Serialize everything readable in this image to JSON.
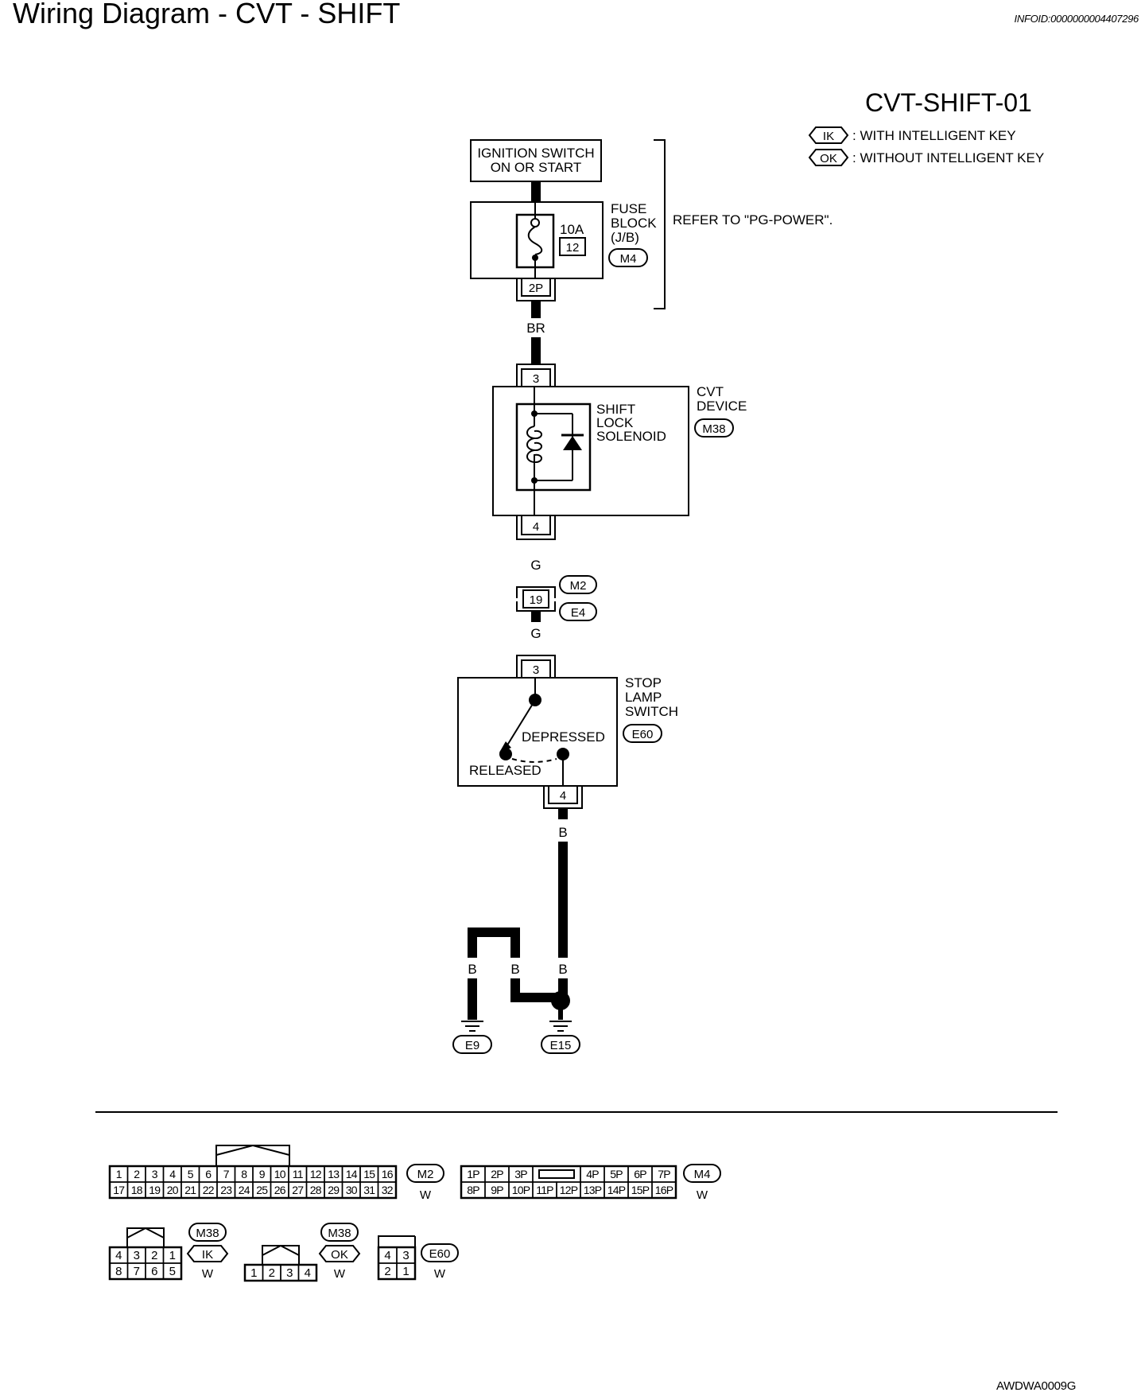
{
  "header": {
    "title": "Wiring Diagram - CVT - SHIFT",
    "info_id": "INFOID:0000000004407296"
  },
  "diagram": {
    "code": "CVT-SHIFT-01",
    "legend": [
      {
        "tag": "IK",
        "text": ": WITH INTELLIGENT KEY"
      },
      {
        "tag": "OK",
        "text": ": WITHOUT INTELLIGENT KEY"
      }
    ],
    "ignition": {
      "line1": "IGNITION SWITCH",
      "line2": "ON OR START"
    },
    "fuse_block": {
      "line1": "FUSE",
      "line2": "BLOCK",
      "line3": "(J/B)",
      "connector": "M4",
      "amp": "10A",
      "number": "12",
      "out_pin": "2P"
    },
    "refer_note": "REFER TO \"PG-POWER\".",
    "wire_br": "BR",
    "cvt_device": {
      "line1": "CVT",
      "line2": "DEVICE",
      "connector": "M38",
      "pin_in": "3",
      "pin_out": "4",
      "solenoid": {
        "line1": "SHIFT",
        "line2": "LOCK",
        "line3": "SOLENOID"
      }
    },
    "wire_g1": "G",
    "joint": {
      "pin": "19",
      "conn_top": "M2",
      "conn_bottom": "E4"
    },
    "wire_g2": "G",
    "stop_lamp": {
      "line1": "STOP",
      "line2": "LAMP",
      "line3": "SWITCH",
      "connector": "E60",
      "pin_in": "3",
      "pin_out": "4",
      "depressed": "DEPRESSED",
      "released": "RELEASED"
    },
    "wire_b_main": "B",
    "ground": {
      "wire_left": "B",
      "wire_mid": "B",
      "wire_right": "B",
      "e9": "E9",
      "e15": "E15"
    }
  },
  "connectors": {
    "m2": {
      "id": "M2",
      "color": "W",
      "top": [
        "1",
        "2",
        "3",
        "4",
        "5",
        "6",
        "7",
        "8",
        "9",
        "10",
        "11",
        "12",
        "13",
        "14",
        "15",
        "16"
      ],
      "bottom": [
        "17",
        "18",
        "19",
        "20",
        "21",
        "22",
        "23",
        "24",
        "25",
        "26",
        "27",
        "28",
        "29",
        "30",
        "31",
        "32"
      ]
    },
    "m4": {
      "id": "M4",
      "color": "W",
      "top": [
        "1P",
        "2P",
        "3P",
        "4P",
        "5P",
        "6P",
        "7P"
      ],
      "bottom": [
        "8P",
        "9P",
        "10P",
        "11P",
        "12P",
        "13P",
        "14P",
        "15P",
        "16P"
      ]
    },
    "m38ik": {
      "id": "M38",
      "tag": "IK",
      "color": "W",
      "top": [
        "4",
        "3",
        "2",
        "1"
      ],
      "bottom": [
        "8",
        "7",
        "6",
        "5"
      ]
    },
    "m38ok": {
      "id": "M38",
      "tag": "OK",
      "color": "W",
      "row": [
        "1",
        "2",
        "3",
        "4"
      ]
    },
    "e60": {
      "id": "E60",
      "color": "W",
      "top": [
        "4",
        "3"
      ],
      "bottom": [
        "2",
        "1"
      ]
    }
  },
  "footer": {
    "doc_id": "AWDWA0009G"
  }
}
